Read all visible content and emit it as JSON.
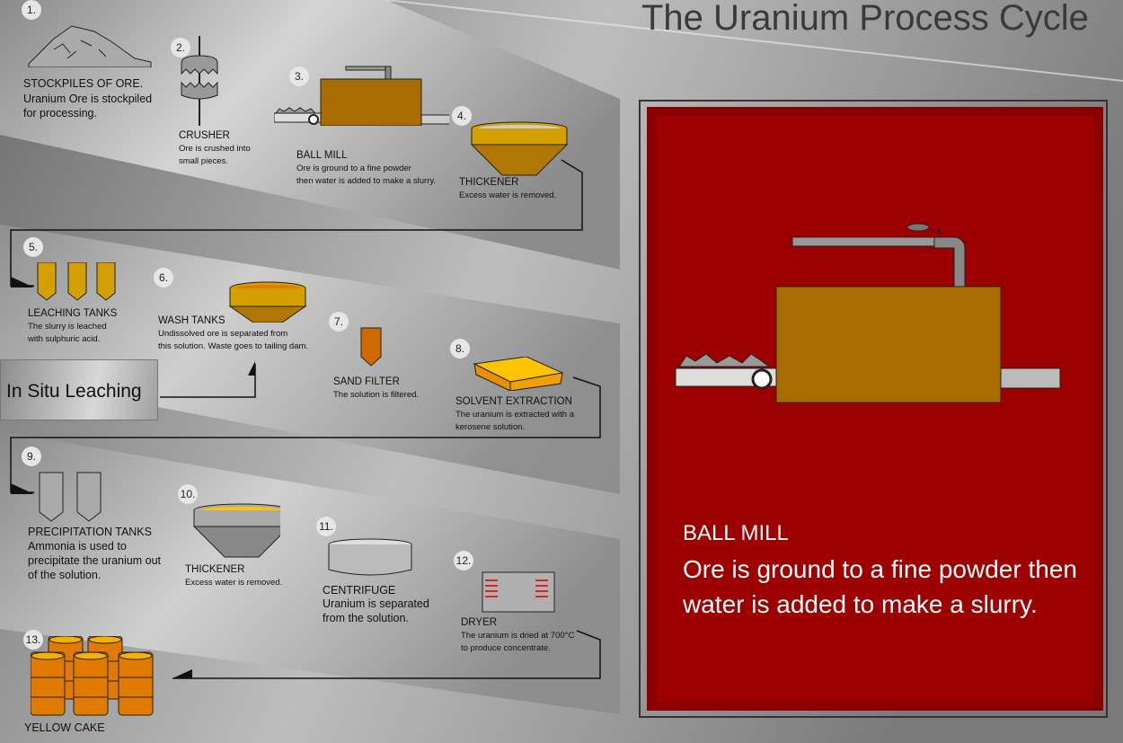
{
  "title": "The Uranium Process Cycle",
  "in_situ_label": "In Situ Leaching",
  "colors": {
    "panel": "#9c0000",
    "mill": "#a86c00",
    "tank": "#d4a000",
    "barrel": "#e07a00"
  },
  "steps": [
    {
      "n": "1.",
      "title": "STOCKPILES OF ORE.",
      "desc": [
        "Uranium Ore is stockpiled",
        "for processing."
      ],
      "icon": "ore-pile-icon"
    },
    {
      "n": "2.",
      "title": "CRUSHER",
      "desc": [
        "Ore is crushed into",
        "small pieces."
      ],
      "icon": "crusher-icon"
    },
    {
      "n": "3.",
      "title": "BALL MILL",
      "desc": [
        "Ore is ground to a fine powder",
        "then water is added to make a slurry."
      ],
      "icon": "ball-mill-icon"
    },
    {
      "n": "4.",
      "title": "THICKENER",
      "desc": [
        "Excess water is removed."
      ],
      "icon": "thickener-icon"
    },
    {
      "n": "5.",
      "title": "LEACHING TANKS",
      "desc": [
        "The slurry is leached",
        "with sulphuric acid."
      ],
      "icon": "leaching-tanks-icon"
    },
    {
      "n": "6.",
      "title": "WASH TANKS",
      "desc": [
        "Undissolved ore is separated from",
        "this solution. Waste goes to tailing dam."
      ],
      "icon": "wash-tank-icon"
    },
    {
      "n": "7.",
      "title": "SAND FILTER",
      "desc": [
        "The solution is filtered."
      ],
      "icon": "sand-filter-icon"
    },
    {
      "n": "8.",
      "title": "SOLVENT EXTRACTION",
      "desc": [
        "The uranium is extracted with a",
        "kerosene solution."
      ],
      "icon": "solvent-extraction-icon"
    },
    {
      "n": "9.",
      "title": "PRECIPITATION TANKS",
      "desc": [
        "Ammonia is used to",
        "precipitate the uranium out",
        "of the solution."
      ],
      "icon": "precipitation-tanks-icon"
    },
    {
      "n": "10.",
      "title": "THICKENER",
      "desc": [
        "Excess water is removed."
      ],
      "icon": "thickener-icon"
    },
    {
      "n": "11.",
      "title": "CENTRIFUGE",
      "desc": [
        "Uranium is separated",
        "from the solution."
      ],
      "icon": "centrifuge-icon"
    },
    {
      "n": "12.",
      "title": "DRYER",
      "desc": [
        "The uranium is dried at 700°C",
        "to produce concentrate."
      ],
      "icon": "dryer-icon"
    },
    {
      "n": "13.",
      "title": "YELLOW CAKE",
      "desc": [],
      "icon": "barrels-icon"
    }
  ],
  "panel": {
    "title": "BALL MILL",
    "desc": "Ore is ground to a fine powder then water is added to make a slurry."
  }
}
